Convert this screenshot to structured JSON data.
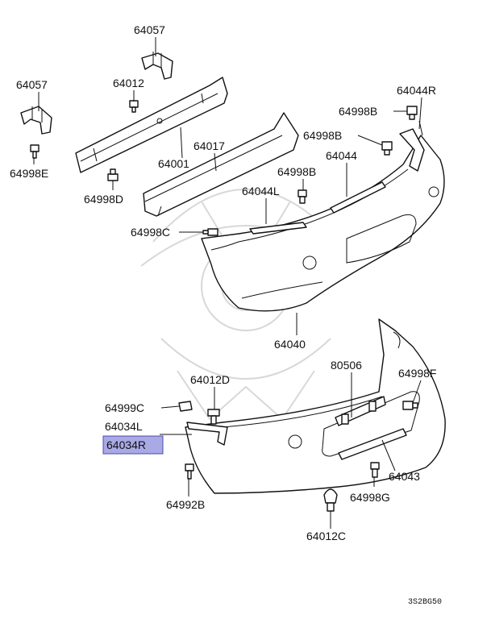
{
  "diagram": {
    "labels": [
      {
        "id": "p64057a",
        "text": "64057"
      },
      {
        "id": "p64057b",
        "text": "64057"
      },
      {
        "id": "p64012",
        "text": "64012"
      },
      {
        "id": "p64044r",
        "text": "64044R"
      },
      {
        "id": "p64998b1",
        "text": "64998B"
      },
      {
        "id": "p64998b2",
        "text": "64998B"
      },
      {
        "id": "p64017",
        "text": "64017"
      },
      {
        "id": "p64001",
        "text": "64001"
      },
      {
        "id": "p64044",
        "text": "64044"
      },
      {
        "id": "p64998e",
        "text": "64998E"
      },
      {
        "id": "p64998b3",
        "text": "64998B"
      },
      {
        "id": "p64998d",
        "text": "64998D"
      },
      {
        "id": "p64044l",
        "text": "64044L"
      },
      {
        "id": "p64998c",
        "text": "64998C"
      },
      {
        "id": "p64040",
        "text": "64040"
      },
      {
        "id": "p64012d",
        "text": "64012D"
      },
      {
        "id": "p80506",
        "text": "80506"
      },
      {
        "id": "p64998f",
        "text": "64998F"
      },
      {
        "id": "p64999c",
        "text": "64999C"
      },
      {
        "id": "p64034l",
        "text": "64034L"
      },
      {
        "id": "p64034r",
        "text": "64034R"
      },
      {
        "id": "p64043",
        "text": "64043"
      },
      {
        "id": "p64992b",
        "text": "64992B"
      },
      {
        "id": "p64998g",
        "text": "64998G"
      },
      {
        "id": "p64012c",
        "text": "64012C"
      }
    ],
    "highlighted": "p64034r",
    "diagram_code": "3S2BG50",
    "colors": {
      "highlight_fill": "#a9a9e6",
      "highlight_stroke": "#4d4da8",
      "line": "#111111",
      "watermark": "#d8d8d8"
    }
  }
}
